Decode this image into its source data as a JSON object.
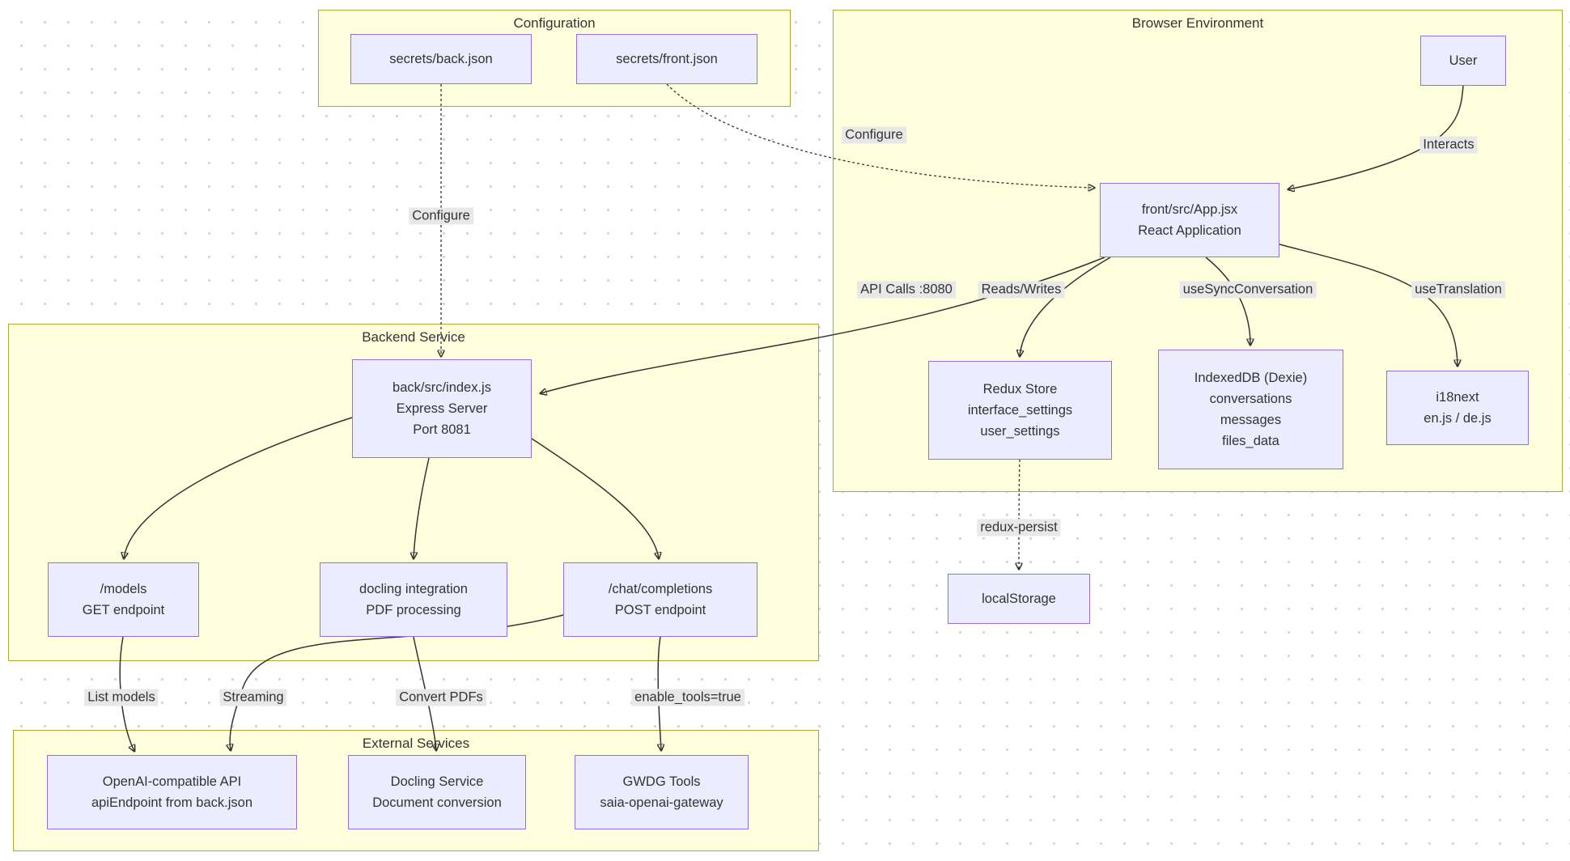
{
  "clusters": {
    "configuration": {
      "title": "Configuration"
    },
    "browser": {
      "title": "Browser Environment"
    },
    "backend": {
      "title": "Backend Service"
    },
    "external": {
      "title": "External Services"
    }
  },
  "nodes": {
    "back_json": {
      "lines": [
        "secrets/back.json"
      ]
    },
    "front_json": {
      "lines": [
        "secrets/front.json"
      ]
    },
    "user": {
      "lines": [
        "User"
      ]
    },
    "app": {
      "lines": [
        "front/src/App.jsx",
        "React Application"
      ]
    },
    "redux": {
      "lines": [
        "Redux Store",
        "interface_settings",
        "user_settings"
      ]
    },
    "indexeddb": {
      "lines": [
        "IndexedDB (Dexie)",
        "conversations",
        "messages",
        "files_data"
      ]
    },
    "i18next": {
      "lines": [
        "i18next",
        "en.js / de.js"
      ]
    },
    "localstorage": {
      "lines": [
        "localStorage"
      ]
    },
    "server": {
      "lines": [
        "back/src/index.js",
        "Express Server",
        "Port 8081"
      ]
    },
    "models": {
      "lines": [
        "/models",
        "GET endpoint"
      ]
    },
    "docling": {
      "lines": [
        "docling integration",
        "PDF processing"
      ]
    },
    "chat": {
      "lines": [
        "/chat/completions",
        "POST endpoint"
      ]
    },
    "openai": {
      "lines": [
        "OpenAI-compatible API",
        "apiEndpoint from back.json"
      ]
    },
    "docling_svc": {
      "lines": [
        "Docling Service",
        "Document conversion"
      ]
    },
    "gwdg": {
      "lines": [
        "GWDG Tools",
        "saia-openai-gateway"
      ]
    }
  },
  "edge_labels": {
    "configure_back": "Configure",
    "configure_front": "Configure",
    "interacts": "Interacts",
    "api_calls": "API Calls :8080",
    "reads_writes": "Reads/Writes",
    "use_sync": "useSyncConversation",
    "use_translation": "useTranslation",
    "redux_persist": "redux-persist",
    "list_models": "List models",
    "streaming": "Streaming",
    "convert_pdfs": "Convert PDFs",
    "enable_tools": "enable_tools=true"
  },
  "colors": {
    "node_fill": "#ECECFF",
    "node_border": "#9370DB",
    "cluster_fill": "#FFFFDE",
    "cluster_border": "#AAAA33",
    "edge": "#333333",
    "edge_label_bg": "#E8E8E8",
    "text": "#333333"
  }
}
